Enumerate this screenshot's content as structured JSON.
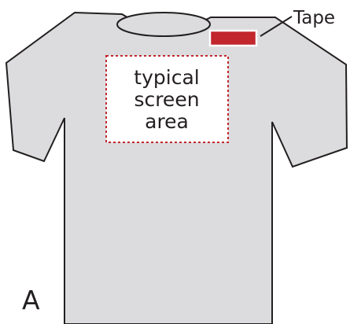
{
  "diagram": {
    "callout_label": "Tape",
    "screen_area_lines": [
      "typical",
      "screen",
      "area"
    ],
    "panel_letter": "A",
    "colors": {
      "shirt_fill": "#dcdcde",
      "outline": "#231f20",
      "tape": "#c1272d",
      "screen_area_fill": "#ffffff",
      "screen_area_border": "#c1272d"
    }
  }
}
